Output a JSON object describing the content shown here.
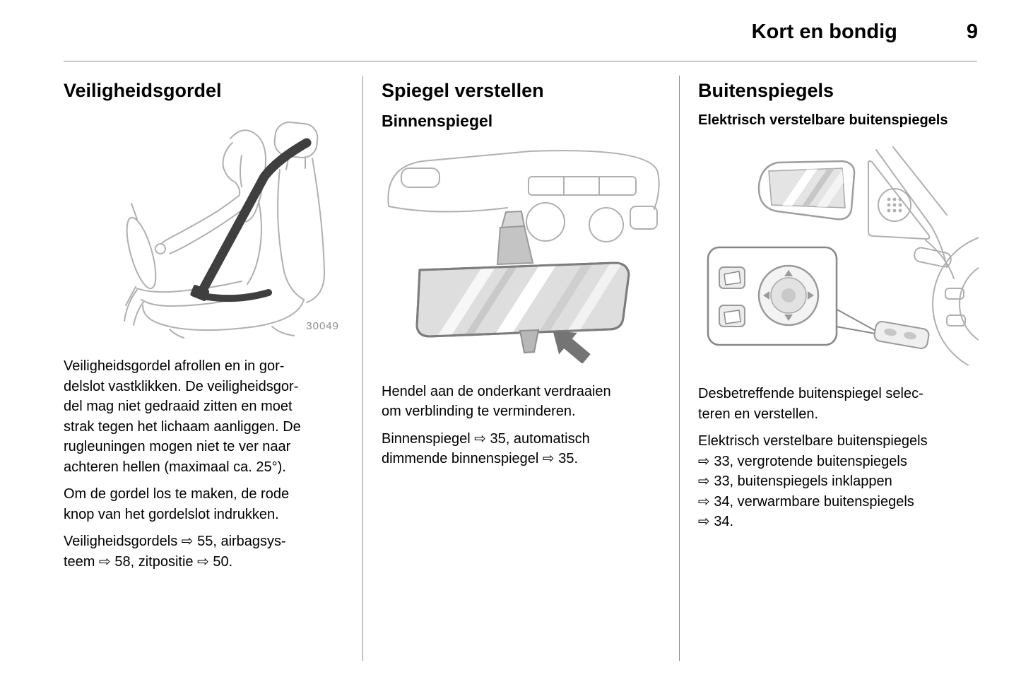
{
  "header": {
    "title": "Kort en bondig",
    "page_number": "9"
  },
  "icons": {
    "cross_reference_arrow": "⇨"
  },
  "colors": {
    "text": "#000000",
    "line_art": "#b0b0b0",
    "seatbelt": "#3f3f3f",
    "pointer_arrow": "#747474",
    "rule": "#8c8c8c"
  },
  "columns": [
    {
      "title": "Veiligheidsgordel",
      "image_label": "30049",
      "paragraphs": [
        [
          "Veiligheidsgordel afrollen en in gor-",
          "delslot vastklikken. De veiligheidsgor-",
          "del mag niet gedraaid zitten en moet",
          "strak tegen het lichaam aanliggen. De",
          "rugleuningen mogen niet te ver naar",
          "achteren hellen (maximaal ca. 25°)."
        ],
        [
          "Om de gordel los te maken, de rode",
          "knop van het gordelslot indrukken."
        ],
        [
          "Veiligheidsgordels ⇨ 55, airbagsys-",
          "teem ⇨ 58, zitpositie ⇨ 50."
        ]
      ]
    },
    {
      "title": "Spiegel verstellen",
      "subtitle": "Binnenspiegel",
      "paragraphs": [
        [
          "Hendel aan de onderkant verdraaien",
          "om verblinding te verminderen."
        ],
        [
          "Binnenspiegel ⇨ 35, automatisch",
          "dimmende binnenspiegel ⇨ 35."
        ]
      ]
    },
    {
      "title": "Buitenspiegels",
      "subtitle": "Elektrisch verstelbare buitenspiegels",
      "paragraphs": [
        [
          "Desbetreffende buitenspiegel selec-",
          "teren en verstellen."
        ],
        [
          "Elektrisch verstelbare buitenspiegels",
          "⇨ 33, vergrotende buitenspiegels",
          "⇨ 33, buitenspiegels inklappen",
          "⇨ 34, verwarmbare buitenspiegels",
          "⇨ 34."
        ]
      ]
    }
  ]
}
